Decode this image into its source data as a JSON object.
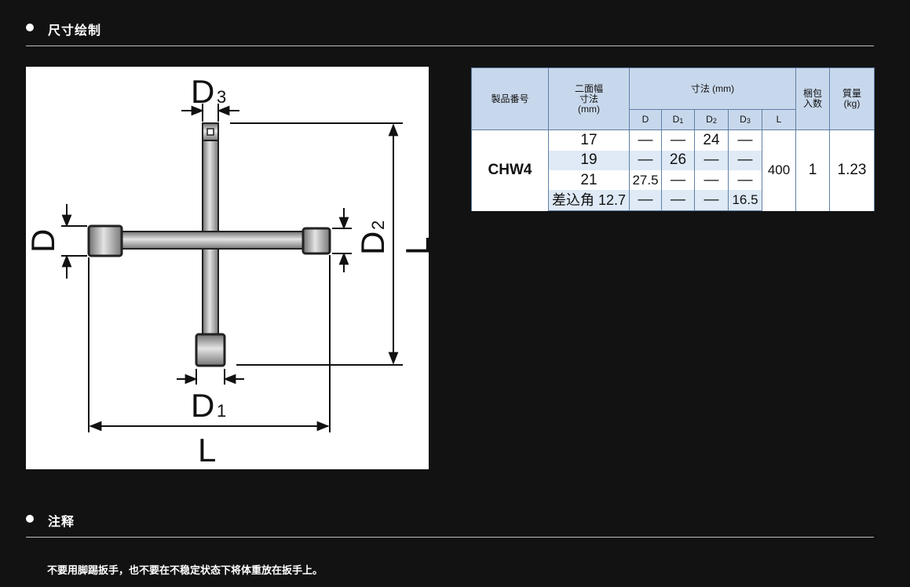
{
  "sections": {
    "dimensions_title": "尺寸绘制",
    "notes_title": "注释"
  },
  "note_text": "不要用脚踢扳手，也不要在不稳定状态下将体重放在扳手上。",
  "diagram_labels": {
    "d": "D",
    "d1": "D",
    "d1_sub": "1",
    "d2": "D",
    "d2_sub": "2",
    "d3": "D",
    "d3_sub": "3",
    "l_bottom": "L",
    "l_right": "L"
  },
  "table": {
    "headers": {
      "model": "製品番号",
      "width_line1": "二面幅",
      "width_line2": "寸法",
      "width_line3": "(mm)",
      "dims": "寸法 (mm)",
      "d": "D",
      "d1": "D",
      "d1_sub": "1",
      "d2": "D",
      "d2_sub": "2",
      "d3": "D",
      "d3_sub": "3",
      "l": "L",
      "pack_line1": "梱包",
      "pack_line2": "入数",
      "mass_line1": "質量",
      "mass_line2": "(kg)"
    },
    "model": "CHW4",
    "rows": [
      {
        "width": "17",
        "d": "—",
        "d1": "—",
        "d2": "24",
        "d3": "—"
      },
      {
        "width": "19",
        "d": "—",
        "d1": "26",
        "d2": "—",
        "d3": "—"
      },
      {
        "width": "21",
        "d": "27.5",
        "d1": "—",
        "d2": "—",
        "d3": "—"
      },
      {
        "width": "差込角 12.7",
        "d": "—",
        "d1": "—",
        "d2": "—",
        "d3": "16.5"
      }
    ],
    "l": "400",
    "pack": "1",
    "mass": "1.23"
  }
}
